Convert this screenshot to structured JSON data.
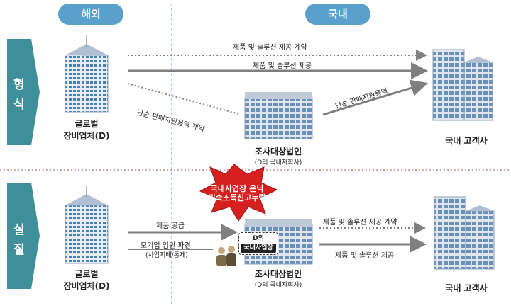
{
  "headers": {
    "overseas": "해외",
    "domestic": "국내"
  },
  "rows": {
    "form": {
      "line1": "형",
      "line2": "식"
    },
    "actual": {
      "line1": "실",
      "line2": "질"
    }
  },
  "top": {
    "arrow_contract": "제품 및 솔루션 제공 계약",
    "arrow_supply": "제품 및 솔루션 제공",
    "arrow_agency_contract": "단순 판매지원용역 계약",
    "arrow_agency_service": "단순 판매지원용역",
    "global_label_1": "글로벌",
    "global_label_2": "장비업체(D)",
    "subject_label": "조사대상법인",
    "subject_sub": "(D의 국내자회사)",
    "customer_label": "국내 고객사"
  },
  "burst": {
    "line1": "국내사업장 은닉",
    "line2": "귀속소득신고누락"
  },
  "bottom": {
    "arrow_product": "제품 공급",
    "arrow_dispatch": "모기업 임원 파견",
    "arrow_dispatch_sub": "(사업지배/통제)",
    "arrow_contract": "제품 및 솔루션 제공 계약",
    "arrow_supply": "제품 및 솔루션 제공",
    "pe_box_1": "D의",
    "pe_box_2": "국내사업장",
    "global_label_1": "글로벌",
    "global_label_2": "장비업체(D)",
    "subject_label": "조사대상법인",
    "subject_sub": "(D의 국내자회사)",
    "customer_label": "국내 고객사"
  },
  "colors": {
    "pill": "#5aa0cc",
    "side": "#3f8f9a",
    "burst": "#d62020",
    "arrow": "#7f7f7f",
    "divider": "#c88"
  }
}
